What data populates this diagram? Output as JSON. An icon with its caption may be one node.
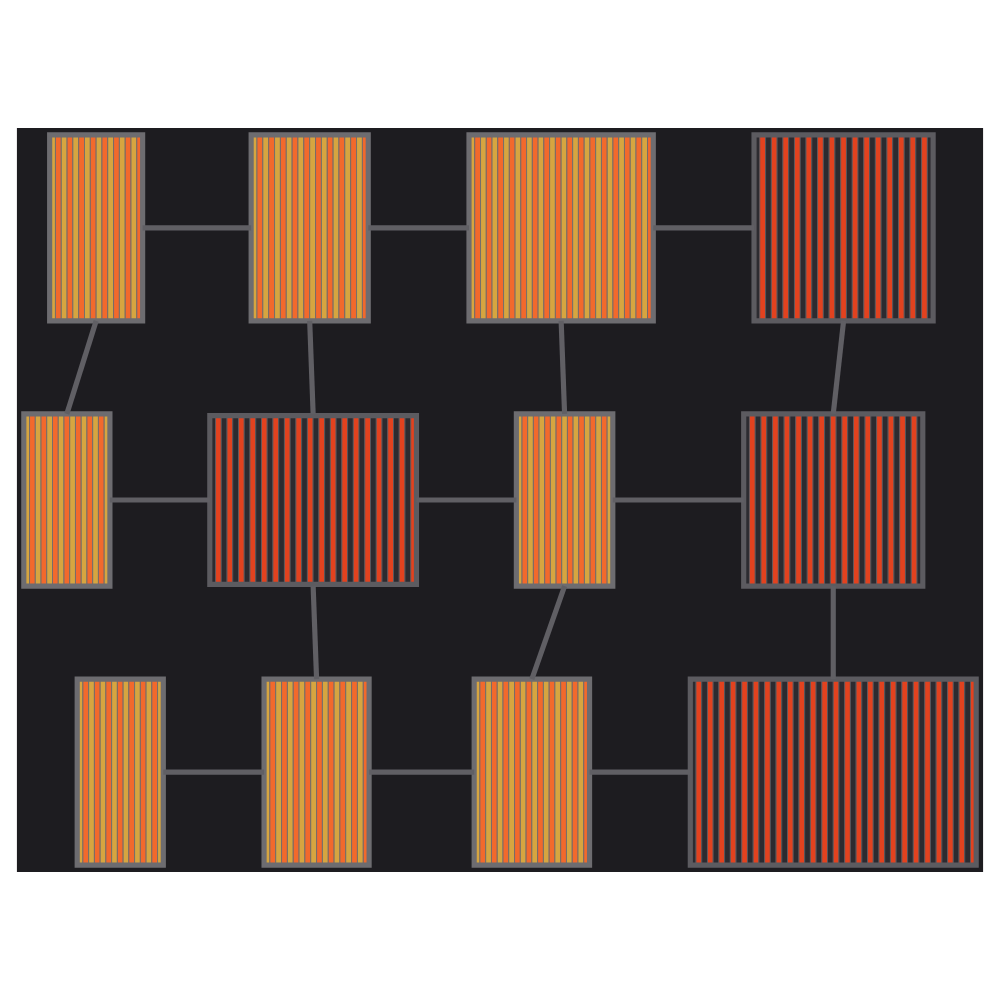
{
  "diagram": {
    "nodes": [
      {
        "text": [],
        "shape": "box"
      },
      {
        "text": [],
        "shape": "box"
      },
      {
        "text": [],
        "shape": "box"
      },
      {
        "text": [],
        "shape": "box"
      },
      {
        "text": [],
        "shape": "box"
      },
      {
        "text": [],
        "shape": "box"
      },
      {
        "text": [],
        "shape": "box"
      },
      {
        "text": [],
        "shape": "box"
      },
      {
        "text": [],
        "shape": "box"
      },
      {
        "text": [],
        "shape": "box"
      },
      {
        "text": [],
        "shape": "box"
      },
      {
        "text": [],
        "shape": "box"
      }
    ],
    "edges": [
      {
        "from": 0,
        "to": 1,
        "arrow": "none"
      },
      {
        "from": 1,
        "to": 2,
        "arrow": "none"
      },
      {
        "from": 2,
        "to": 3,
        "arrow": "none"
      },
      {
        "from": 0,
        "to": 4,
        "arrow": "none"
      },
      {
        "from": 1,
        "to": 5,
        "arrow": "none"
      },
      {
        "from": 2,
        "to": 6,
        "arrow": "none"
      },
      {
        "from": 3,
        "to": 7,
        "arrow": "none"
      },
      {
        "from": 4,
        "to": 5,
        "arrow": "none"
      },
      {
        "from": 5,
        "to": 6,
        "arrow": "none"
      },
      {
        "from": 6,
        "to": 7,
        "arrow": "none"
      },
      {
        "from": 5,
        "to": 9,
        "arrow": "none"
      },
      {
        "from": 6,
        "to": 10,
        "arrow": "none"
      },
      {
        "from": 7,
        "to": 11,
        "arrow": "none"
      },
      {
        "from": 8,
        "to": 9,
        "arrow": "none"
      },
      {
        "from": 9,
        "to": 10,
        "arrow": "none"
      },
      {
        "from": 10,
        "to": 11,
        "arrow": "none"
      }
    ]
  }
}
